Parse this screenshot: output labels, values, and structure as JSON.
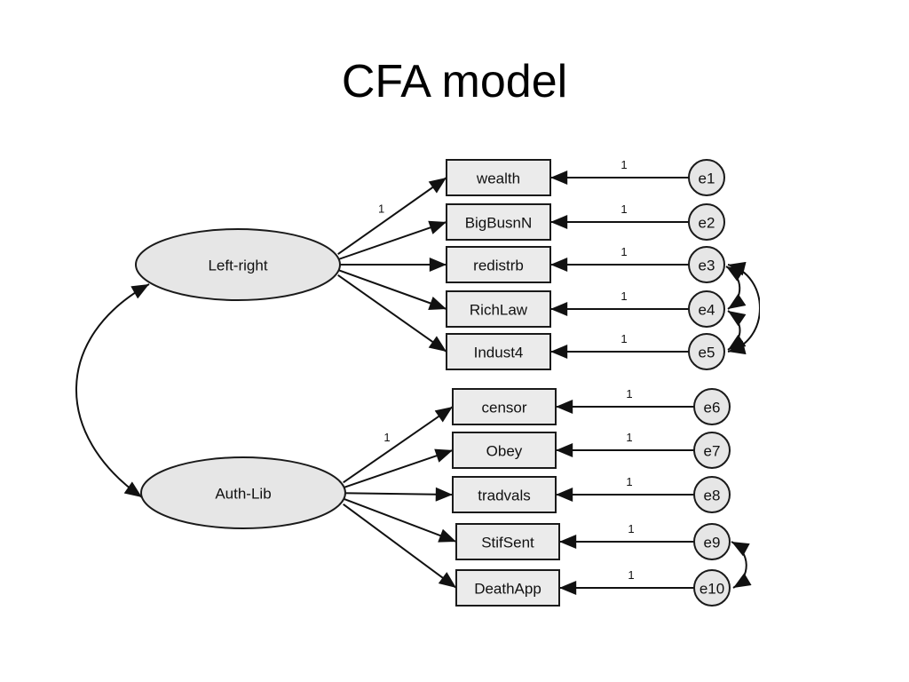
{
  "title": "CFA model",
  "latents": [
    {
      "id": "lr",
      "label": "Left-right"
    },
    {
      "id": "al",
      "label": "Auth-Lib"
    }
  ],
  "indicators": [
    {
      "id": "wealth",
      "label": "wealth",
      "factor": "lr",
      "loading_label": "1",
      "error": "e1",
      "error_weight": "1"
    },
    {
      "id": "bigbusn",
      "label": "BigBusnN",
      "factor": "lr",
      "loading_label": "",
      "error": "e2",
      "error_weight": "1"
    },
    {
      "id": "redistrb",
      "label": "redistrb",
      "factor": "lr",
      "loading_label": "",
      "error": "e3",
      "error_weight": "1"
    },
    {
      "id": "richlaw",
      "label": "RichLaw",
      "factor": "lr",
      "loading_label": "",
      "error": "e4",
      "error_weight": "1"
    },
    {
      "id": "indust4",
      "label": "Indust4",
      "factor": "lr",
      "loading_label": "",
      "error": "e5",
      "error_weight": "1"
    },
    {
      "id": "censor",
      "label": "censor",
      "factor": "al",
      "loading_label": "1",
      "error": "e6",
      "error_weight": "1"
    },
    {
      "id": "obey",
      "label": "Obey",
      "factor": "al",
      "loading_label": "",
      "error": "e7",
      "error_weight": "1"
    },
    {
      "id": "tradvals",
      "label": "tradvals",
      "factor": "al",
      "loading_label": "",
      "error": "e8",
      "error_weight": "1"
    },
    {
      "id": "stifsent",
      "label": "StifSent",
      "factor": "al",
      "loading_label": "",
      "error": "e9",
      "error_weight": "1"
    },
    {
      "id": "deathapp",
      "label": "DeathApp",
      "factor": "al",
      "loading_label": "",
      "error": "e10",
      "error_weight": "1"
    }
  ],
  "error_covariances": [
    [
      "e3",
      "e4"
    ],
    [
      "e4",
      "e5"
    ],
    [
      "e3",
      "e5"
    ],
    [
      "e9",
      "e10"
    ]
  ],
  "factor_covariances": [
    [
      "lr",
      "al"
    ]
  ]
}
